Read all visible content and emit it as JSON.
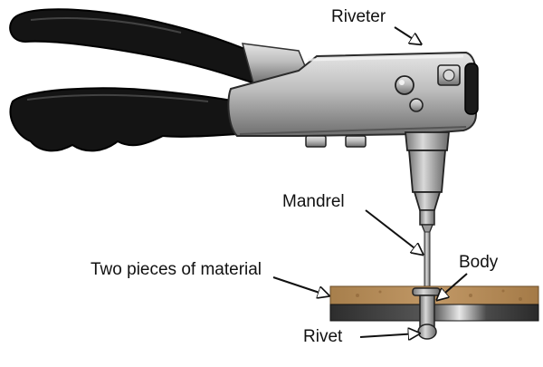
{
  "labels": {
    "riveter": "Riveter",
    "mandrel": "Mandrel",
    "body": "Body",
    "material": "Two pieces of material",
    "rivet": "Rivet"
  },
  "colors": {
    "grip": "#141414",
    "metal_light": "#c9c9c9",
    "metal_mid": "#9a9a9a",
    "metal_dark": "#555555",
    "wood": "#b48a55",
    "steel_sheet": "#3a3a3a",
    "text": "#111111"
  },
  "icons": [
    "riveter-tool-illustration",
    "rivet-icon",
    "arrow-icon"
  ]
}
